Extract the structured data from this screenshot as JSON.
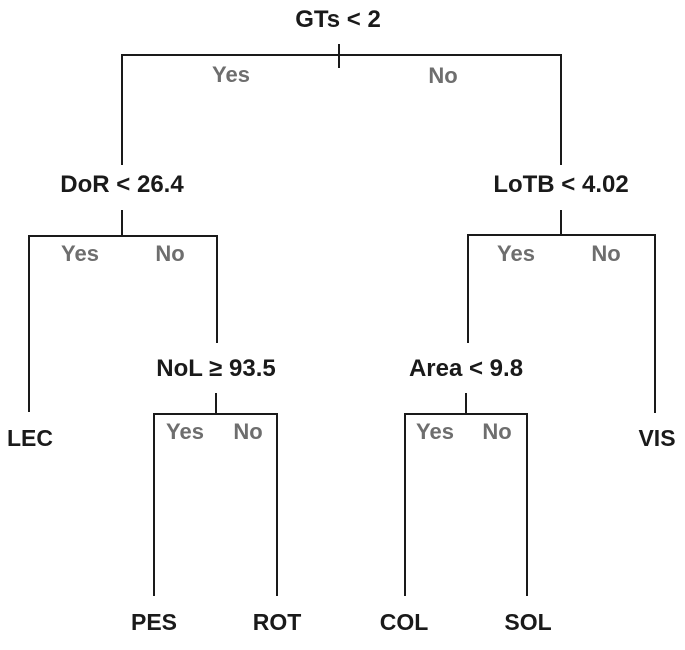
{
  "diagram_type": "decision-tree",
  "colors": {
    "node_text": "#1a1a1a",
    "branch_label_text": "#6e6e6e",
    "line": "#1a1a1a",
    "background": "#ffffff"
  },
  "branch_labels": {
    "yes": "Yes",
    "no": "No"
  },
  "nodes": {
    "root": {
      "label": "GTs < 2"
    },
    "dor": {
      "label": "DoR < 26.4"
    },
    "lotb": {
      "label": "LoTB < 4.02"
    },
    "nol": {
      "label": "NoL ≥ 93.5"
    },
    "area": {
      "label": "Area < 9.8"
    }
  },
  "leaves": {
    "lec": "LEC",
    "vis": "VIS",
    "pes": "PES",
    "rot": "ROT",
    "col": "COL",
    "sol": "SOL"
  },
  "tree": {
    "condition": "GTs < 2",
    "yes": {
      "condition": "DoR < 26.4",
      "yes": "LEC",
      "no": {
        "condition": "NoL ≥ 93.5",
        "yes": "PES",
        "no": "ROT"
      }
    },
    "no": {
      "condition": "LoTB < 4.02",
      "yes": {
        "condition": "Area < 9.8",
        "yes": "COL",
        "no": "SOL"
      },
      "no": "VIS"
    }
  }
}
